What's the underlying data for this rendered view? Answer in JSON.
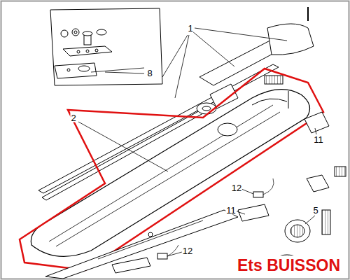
{
  "diagram": {
    "labels": [
      "1",
      "2",
      "8",
      "11",
      "12",
      "11",
      "5",
      "12",
      "Ets BUISSON"
    ]
  }
}
